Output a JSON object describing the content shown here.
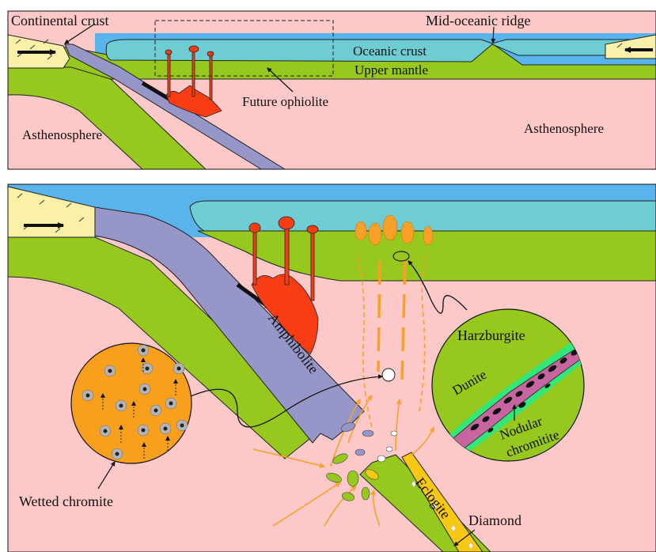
{
  "panel_top": {
    "labels": {
      "continental_crust": "Continental crust",
      "mid_oceanic_ridge": "Mid-oceanic ridge",
      "oceanic_crust": "Oceanic crust",
      "upper_mantle": "Upper mantle",
      "future_ophiolite": "Future ophiolite",
      "asthenosphere_left": "Asthenosphere",
      "asthenosphere_right": "Asthenosphere"
    }
  },
  "panel_bottom": {
    "labels": {
      "amphibolite": "Amphibolite",
      "eclogite": "Eclogite",
      "diamond": "Diamond",
      "wetted_chromite": "Wetted chromite",
      "harzburgite": "Harzburgite",
      "dunite": "Dunite",
      "nodular_line1": "Nodular",
      "nodular_line2": "chromitite"
    }
  },
  "colors": {
    "asthenosphere": "#fcc8c8",
    "upper_mantle": "#96c81e",
    "oceanic_crust": "#6ecdd2",
    "ocean": "#5ab4ec",
    "continental_crust": "#faf0a8",
    "subducting_slab": "#9696c8",
    "eclogite": "#f8c814",
    "melt": "#f83c14",
    "fluid": "#f8a028",
    "chromite_bg": "#f8a01e",
    "dunite": "#c864a0",
    "dunite_rim": "#32e678"
  }
}
